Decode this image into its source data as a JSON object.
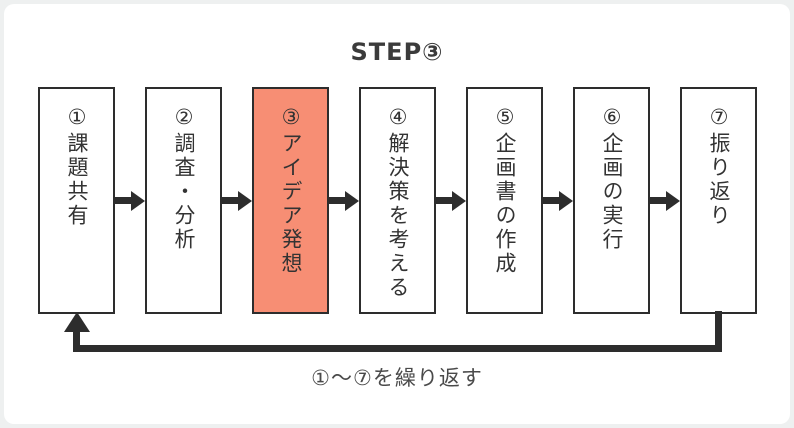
{
  "title": "STEP③",
  "diagram": {
    "steps": [
      {
        "label": "①課題共有",
        "highlighted": false
      },
      {
        "label": "②調査・分析",
        "highlighted": false
      },
      {
        "label": "③アイデア発想",
        "highlighted": true
      },
      {
        "label": "④解決策を考える",
        "highlighted": false
      },
      {
        "label": "⑤企画書の作成",
        "highlighted": false
      },
      {
        "label": "⑥企画の実行",
        "highlighted": false
      },
      {
        "label": "⑦振り返り",
        "highlighted": false
      }
    ],
    "loop_caption": "①〜⑦を繰り返す",
    "colors": {
      "highlight": "#F78E74",
      "line": "#2d2d2d"
    }
  }
}
